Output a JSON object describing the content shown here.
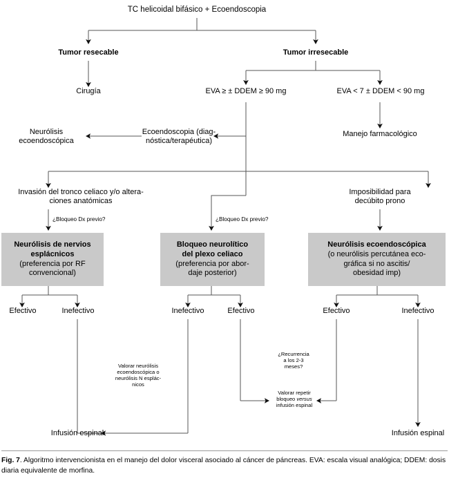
{
  "figure": {
    "label": "Fig. 7",
    "caption": ". Algoritmo intervencionista en el manejo del dolor visceral asociado al cáncer de páncreas. EVA: escala visual analógica; DDEM: dosis diaria equivalente de morfina."
  },
  "colors": {
    "box_fill": "#c9c9c9",
    "line": "#444444",
    "text": "#000000",
    "background": "#ffffff"
  },
  "nodes": {
    "root": "TC helicoidal bifásico + Ecoendoscopia",
    "resectable": "Tumor resecable",
    "irresectable": "Tumor irresecable",
    "surgery": "Cirugía",
    "eva_high": "EVA ≥ ± DDEM ≥ 90 mg",
    "eva_low": "EVA < 7 ± DDEM < 90 mg",
    "pharm": "Manejo farmacológico",
    "echo_diag_l1": "Ecoendoscopia (diag-",
    "echo_diag_l2": "nóstica/terapéutica)",
    "neuro_echo_l1": "Neurólisis",
    "neuro_echo_l2": "ecoendoscópica",
    "invasion_l1": "Invasión del tronco celiaco y/o altera-",
    "invasion_l2": "ciones anatómicas",
    "prone_l1": "Imposibilidad para",
    "prone_l2": "decúbito prono",
    "block_q1": "¿Bloqueo Dx previo?",
    "block_q2": "¿Bloqueo Dx previo?"
  },
  "boxes": [
    {
      "id": "box-splanchnic",
      "head_l1": "Neurólisis de nervios",
      "head_l2": "esplácnicos",
      "sub_l1": "(preferencia por RF",
      "sub_l2": "convencional)"
    },
    {
      "id": "box-celiac-plexus",
      "head_l1": "Bloqueo neurolítico",
      "head_l2": "del plexo celiaco",
      "sub_l1": "(preferencia por abor-",
      "sub_l2": "daje posterior)"
    },
    {
      "id": "box-echo-neurolysis",
      "head_l1": "Neurólisis ecoendoscópica",
      "head_l2": "",
      "sub_l1": "(o neurólisis percutánea eco-",
      "sub_l2": "gráfica si no ascitis/",
      "sub_l3": "obesidad imp)"
    }
  ],
  "outcomes": {
    "o1": "Efectivo",
    "o2": "Inefectivo",
    "o3": "Inefectivo",
    "o4": "Efectivo",
    "o5": "Efectivo",
    "o6": "Inefectivo"
  },
  "notes": {
    "valorar_l1": "Valorar neurólisis",
    "valorar_l2": "ecoendoscópica o",
    "valorar_l3": "neurólisis N esplác-",
    "valorar_l4": "nicos",
    "recur_l1": "¿Recurrencia",
    "recur_l2": "a los 2-3",
    "recur_l3": "meses?",
    "repeat_l1": "Valorar repetir",
    "repeat_l2a": "bloqueo ",
    "repeat_l2b": "versus",
    "repeat_l3": "infusión espinal"
  },
  "terminals": {
    "spinal_left": "Infusión espinal",
    "spinal_right": "Infusión espinal"
  }
}
